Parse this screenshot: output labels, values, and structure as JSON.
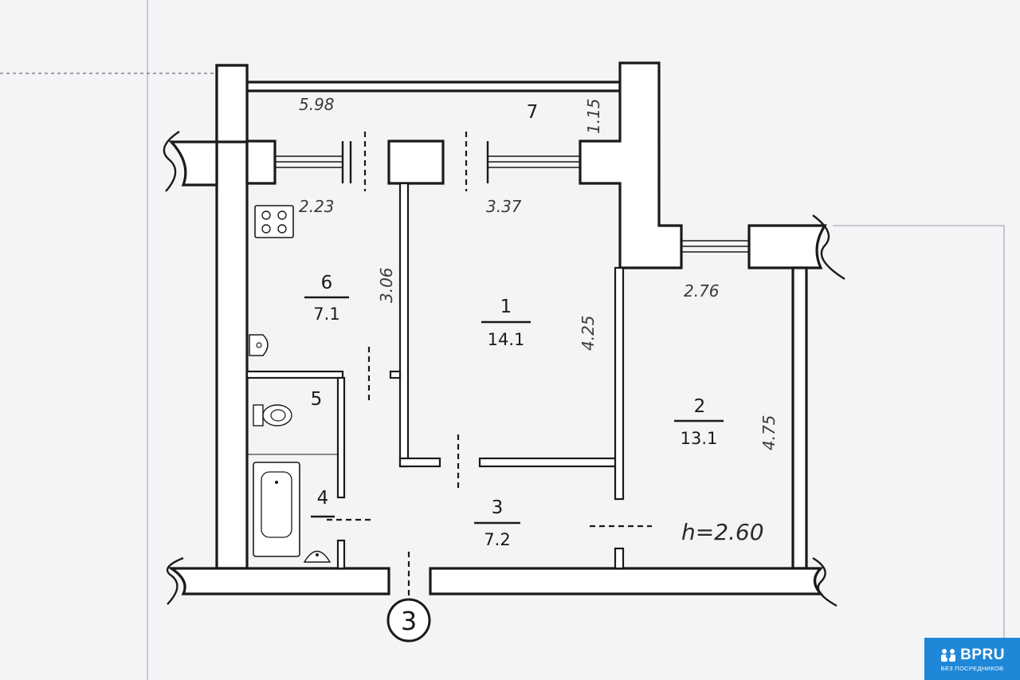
{
  "rooms": [
    {
      "id": "1",
      "number": "1",
      "area": "14.1"
    },
    {
      "id": "2",
      "number": "2",
      "area": "13.1"
    },
    {
      "id": "3",
      "number": "3",
      "area": "7.2"
    },
    {
      "id": "4",
      "number": "4",
      "area": ""
    },
    {
      "id": "5",
      "number": "5",
      "area": ""
    },
    {
      "id": "6",
      "number": "6",
      "area": "7.1"
    },
    {
      "id": "7",
      "number": "7",
      "area": ""
    }
  ],
  "dimensions": {
    "balcony_length": "5.98",
    "balcony_depth": "1.15",
    "kitchen_width": "2.23",
    "kitchen_depth": "3.06",
    "room1_width": "3.37",
    "room1_depth": "4.25",
    "room2_width": "2.76",
    "room2_depth": "4.75"
  },
  "ceiling_height": "h=2.60",
  "entrance_marker": "3",
  "badge": {
    "brand": "BPRU",
    "tagline": "БЕЗ ПОСРЕДНИКОВ",
    "color": "#1f87d8"
  }
}
